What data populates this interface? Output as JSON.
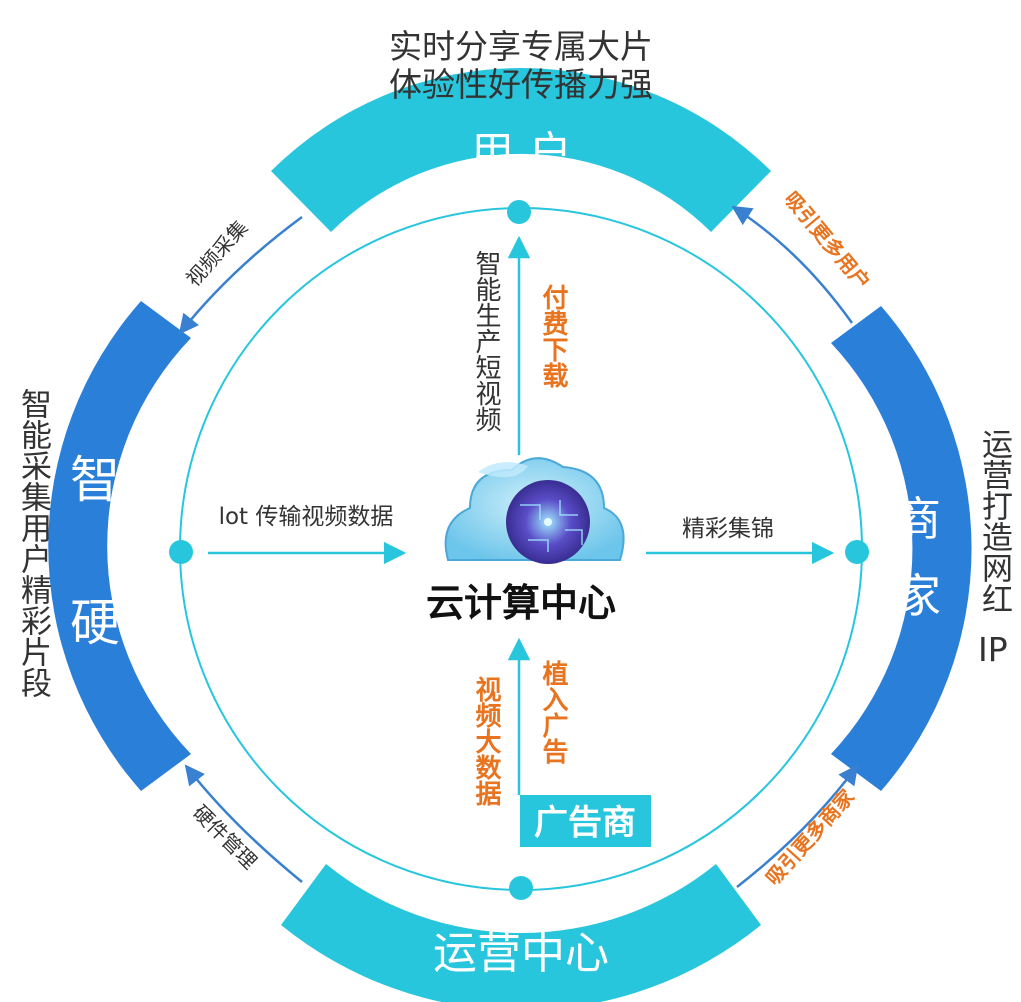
{
  "top_caption": [
    "实时分享专属大片",
    "体验性好传播力强"
  ],
  "left_caption": "智能采集用户精彩片段",
  "right_caption": [
    "运营打造网红",
    "IP"
  ],
  "segments": {
    "top": "用 户",
    "right": [
      "商",
      "家"
    ],
    "bottom": "运营中心",
    "left": [
      "智能",
      "硬件"
    ]
  },
  "center": {
    "title": "云计算中心"
  },
  "advertiser": "广告商",
  "flows": {
    "top_left_dark": "智能生产短视频",
    "top_right_orange": "付费下载",
    "left": "lot 传输视频数据",
    "right": "精彩集锦",
    "bottom_left_orange": "视频大数据",
    "bottom_right_orange": "植入广告"
  },
  "outer_arrows": {
    "top_left": "视频采集",
    "top_right": "吸引更多用户",
    "bottom_left": "硬件管理",
    "bottom_right": "吸引更多商家"
  },
  "colors": {
    "cyan": "#28c6dd",
    "blue": "#2a7fd8",
    "orange": "#e8741f",
    "dark_text": "#333333",
    "arrow_blue": "#3a80d0"
  }
}
